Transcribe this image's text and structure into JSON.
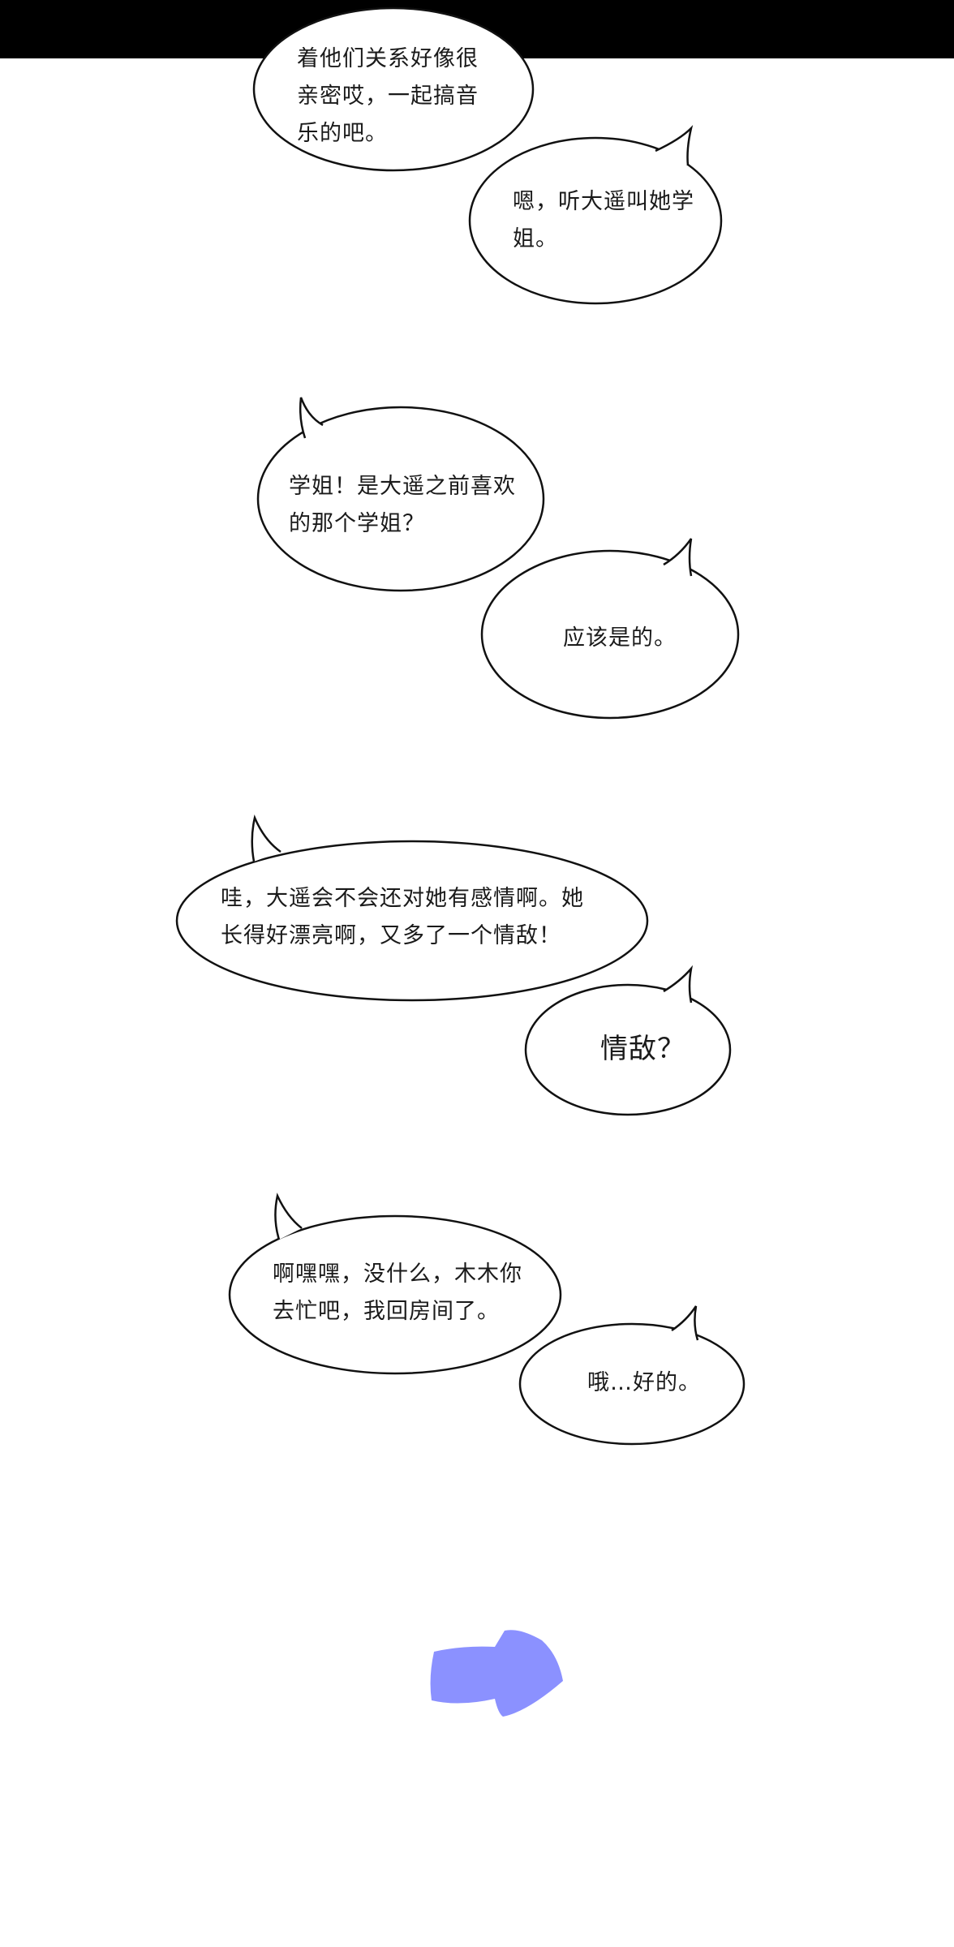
{
  "status_bar": {
    "color": "#000000"
  },
  "page": {
    "background": "#ffffff"
  },
  "bubbles": [
    {
      "id": "b1",
      "lines": [
        "着他们关系好像很",
        "亲密哎，一起搞音",
        "乐的吧。"
      ]
    },
    {
      "id": "b2",
      "lines": [
        "嗯，听大遥叫她学",
        "姐。"
      ]
    },
    {
      "id": "b3",
      "lines": [
        "学姐！是大遥之前喜欢",
        "的那个学姐？"
      ]
    },
    {
      "id": "b4",
      "lines": [
        "应该是的。"
      ]
    },
    {
      "id": "b5",
      "lines": [
        "哇，大遥会不会还对她有感情啊。她",
        "长得好漂亮啊，又多了一个情敌！"
      ]
    },
    {
      "id": "b6",
      "lines": [
        "情敌？"
      ]
    },
    {
      "id": "b7",
      "lines": [
        "啊嘿嘿，没什么，木木你",
        "去忙吧，我回房间了。"
      ]
    },
    {
      "id": "b8",
      "lines": [
        "哦…好的。"
      ]
    }
  ],
  "next_arrow": {
    "icon": "right-arrow-icon",
    "color": "#8b91ff"
  }
}
